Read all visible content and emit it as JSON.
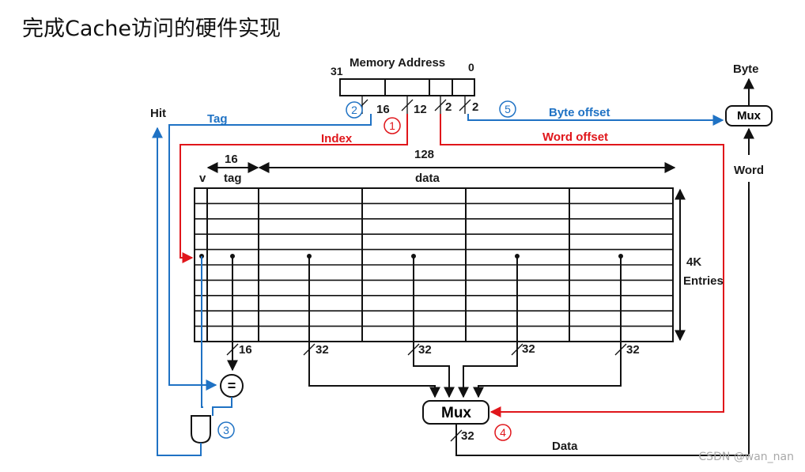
{
  "page": {
    "title": "完成Cache访问的硬件实现"
  },
  "address": {
    "label": "Memory Address",
    "bit_high": "31",
    "bit_low": "0",
    "field_widths": [
      "16",
      "12",
      "2",
      "2"
    ]
  },
  "signals": {
    "tag": "Tag",
    "index": "Index",
    "byte_offset": "Byte offset",
    "word_offset": "Word  offset",
    "hit": "Hit",
    "byte": "Byte",
    "word": "Word",
    "data": "Data"
  },
  "cache": {
    "tag_width": "16",
    "data_width": "128",
    "col_v": "v",
    "col_tag": "tag",
    "col_data": "data",
    "size_line1": "4K",
    "size_line2": "Entries"
  },
  "buses": {
    "tag_out": "16",
    "word_out": [
      "32",
      "32",
      "32",
      "32"
    ],
    "mux_out": "32"
  },
  "steps": [
    {
      "label": "1",
      "color": "#e0161b"
    },
    {
      "label": "2",
      "color": "#1f72c4"
    },
    {
      "label": "3",
      "color": "#1f72c4"
    },
    {
      "label": "4",
      "color": "#e0161b"
    },
    {
      "label": "5",
      "color": "#1f72c4"
    }
  ],
  "components": {
    "main_mux": "Mux",
    "byte_mux": "Mux",
    "comparator": "="
  },
  "watermark": "CSDN @wan_nan"
}
